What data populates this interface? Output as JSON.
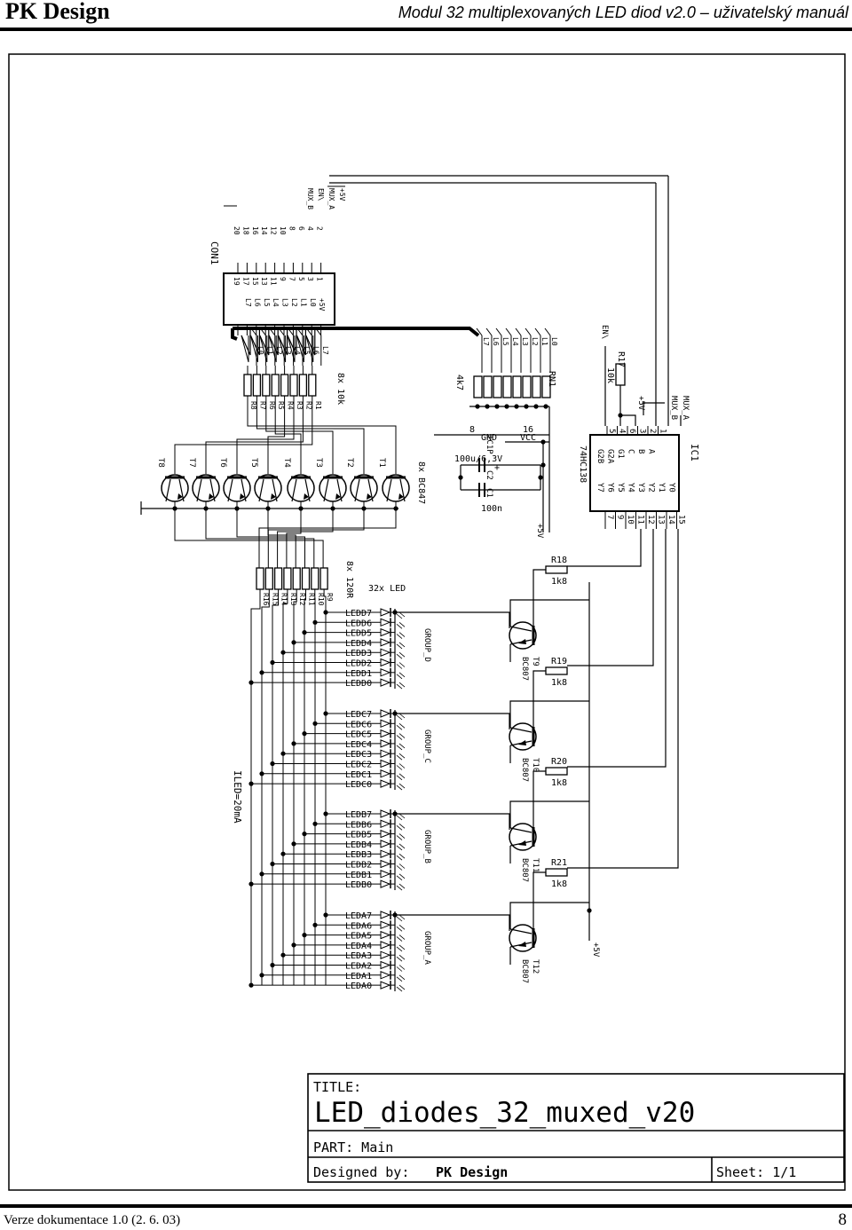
{
  "header": {
    "brand": "PK Design",
    "doc_title": "Modul 32 multiplexovaných LED diod v2.0 – uživatelský manuál"
  },
  "footer": {
    "version": "Verze dokumentace 1.0 (2. 6. 03)",
    "page_number": "8"
  },
  "schematic": {
    "connector": {
      "name": "CON1",
      "top_pins": [
        "20",
        "18",
        "16",
        "14",
        "12",
        "10",
        "8",
        "6",
        "4",
        "2"
      ],
      "bottom_pins": [
        "19",
        "17",
        "15",
        "13",
        "11",
        "9",
        "7",
        "5",
        "3",
        "1"
      ],
      "top_signals": [
        "MUX_B",
        "EN\\",
        "MUX_A",
        "+5V"
      ],
      "bottom_signals": [
        "L7",
        "L6",
        "L5",
        "L4",
        "L3",
        "L2",
        "L1",
        "L0",
        "+5V"
      ]
    },
    "base_resistors": {
      "labels": [
        "R8",
        "R7",
        "R6",
        "R5",
        "R4",
        "R3",
        "R2",
        "R1"
      ],
      "value": "8x 10k",
      "nets": [
        "L0",
        "L1",
        "L2",
        "L3",
        "L4",
        "L5",
        "L6",
        "L7"
      ]
    },
    "network": {
      "name": "RN1",
      "value": "4k7",
      "nets": [
        "L7",
        "L6",
        "L5",
        "L4",
        "L3",
        "L2",
        "L1",
        "L0"
      ]
    },
    "transistors": {
      "labels": [
        "T8",
        "T7",
        "T6",
        "T5",
        "T4",
        "T3",
        "T2",
        "T1"
      ],
      "value": "8x BC847"
    },
    "power": {
      "pins": [
        "8",
        "GND",
        "16",
        "VCC"
      ],
      "ic_ref": "IC1P",
      "c2": "C2",
      "c2_value": "100u/6,3V",
      "c1": "C1",
      "c1_value": "100n",
      "plus_rail": "+5V"
    },
    "decoder": {
      "name": "IC1",
      "part": "74HC138",
      "input_pins": [
        "A",
        "B",
        "C",
        "G1",
        "G2A",
        "G2B"
      ],
      "output_pins": [
        "Y0",
        "Y1",
        "Y2",
        "Y3",
        "Y4",
        "Y5",
        "Y6",
        "Y7"
      ],
      "left_pin_numbers": [
        "1",
        "2",
        "3",
        "6",
        "4",
        "5"
      ],
      "right_pin_numbers": [
        "15",
        "14",
        "13",
        "12",
        "11",
        "10",
        "9",
        "7"
      ],
      "nets": [
        "MUX_A",
        "MUX_B",
        "EN\\"
      ],
      "r17": "R17",
      "r17_value": "10k",
      "r17_rail": "+5V"
    },
    "led_resistors": {
      "labels": [
        "R16",
        "R15",
        "R14",
        "R13",
        "R12",
        "R11",
        "R10",
        "R9"
      ],
      "value": "8x 120R"
    },
    "leds_note": "32x LED",
    "current_note": "ILED=20mA",
    "groups": [
      {
        "name": "GROUP_D",
        "leds": [
          "LEDD7",
          "LEDD6",
          "LEDD5",
          "LEDD4",
          "LEDD3",
          "LEDD2",
          "LEDD1",
          "LEDD0"
        ],
        "transistor": "T9",
        "transistor_value": "BC807",
        "resistor": "R18",
        "resistor_value": "1k8"
      },
      {
        "name": "GROUP_C",
        "leds": [
          "LEDC7",
          "LEDC6",
          "LEDC5",
          "LEDC4",
          "LEDC3",
          "LEDC2",
          "LEDC1",
          "LEDC0"
        ],
        "transistor": "T10",
        "transistor_value": "BC807",
        "resistor": "R19",
        "resistor_value": "1k8"
      },
      {
        "name": "GROUP_B",
        "leds": [
          "LEDB7",
          "LEDB6",
          "LEDB5",
          "LEDB4",
          "LEDB3",
          "LEDB2",
          "LEDB1",
          "LEDB0"
        ],
        "transistor": "T11",
        "transistor_value": "BC807",
        "resistor": "R20",
        "resistor_value": "1k8"
      },
      {
        "name": "GROUP_A",
        "leds": [
          "LEDA7",
          "LEDA6",
          "LEDA5",
          "LEDA4",
          "LEDA3",
          "LEDA2",
          "LEDA1",
          "LEDA0"
        ],
        "transistor": "T12",
        "transistor_value": "BC807",
        "resistor": "R21",
        "resistor_value": "1k8"
      }
    ],
    "pmos_rail": "+5V"
  },
  "title_block": {
    "title_label": "TITLE:",
    "title": "LED_diodes_32_muxed_v20",
    "part_label": "PART:",
    "part": "Main",
    "designed_label": "Designed by:",
    "designed_by": "PK Design",
    "sheet_label": "Sheet:",
    "sheet": "1/1"
  }
}
